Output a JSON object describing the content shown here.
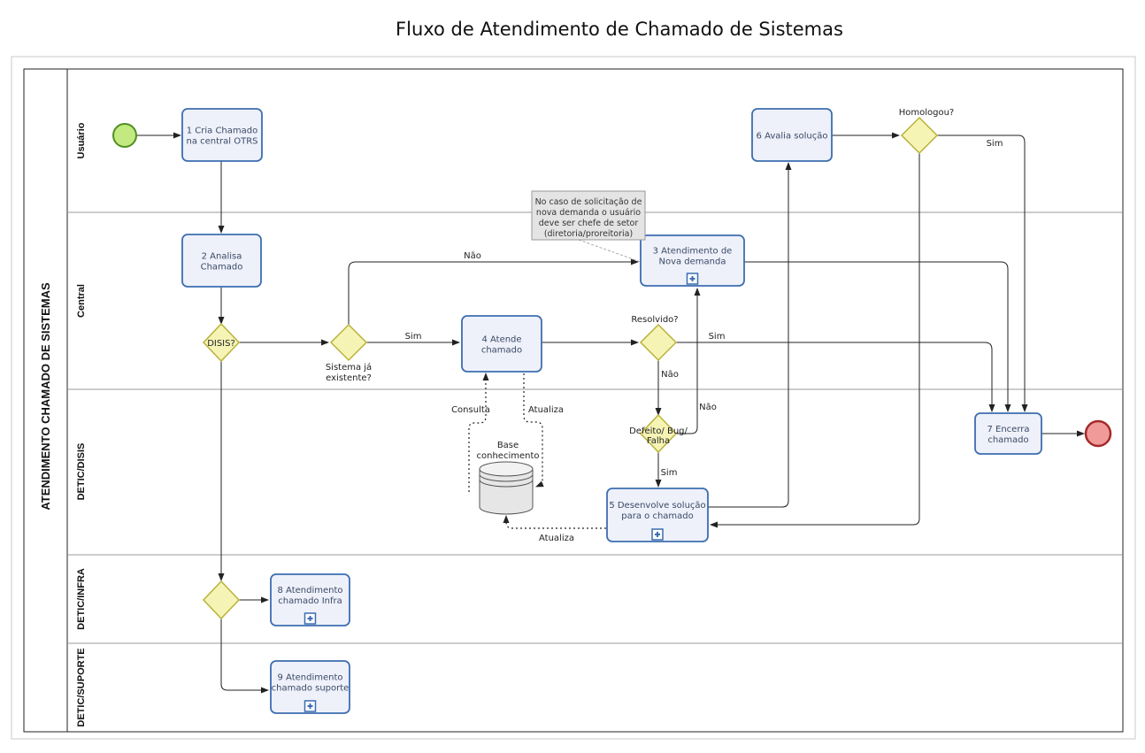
{
  "title": "Fluxo de Atendimento de Chamado de Sistemas",
  "pool": {
    "label": "ATENDIMENTO CHAMADO DE SISTEMAS"
  },
  "lanes": [
    {
      "id": "usuario",
      "label": "Usuário"
    },
    {
      "id": "central",
      "label": "Central"
    },
    {
      "id": "disis",
      "label": "DETIC/DISIS"
    },
    {
      "id": "infra",
      "label": "DETIC/INFRA"
    },
    {
      "id": "suporte",
      "label": "DETIC/SUPORTE"
    }
  ],
  "tasks": [
    {
      "id": "t1",
      "lines": [
        "1 Cria Chamado",
        "na central OTRS"
      ]
    },
    {
      "id": "t2",
      "lines": [
        "2 Analisa",
        "Chamado"
      ]
    },
    {
      "id": "t3",
      "lines": [
        "3 Atendimento de",
        "Nova demanda"
      ]
    },
    {
      "id": "t4",
      "lines": [
        "4 Atende",
        "chamado"
      ]
    },
    {
      "id": "t5",
      "lines": [
        "5 Desenvolve solução",
        "para o chamado"
      ]
    },
    {
      "id": "t6",
      "lines": [
        "6 Avalia solução"
      ]
    },
    {
      "id": "t7",
      "lines": [
        "7 Encerra",
        "chamado"
      ]
    },
    {
      "id": "t8",
      "lines": [
        "8 Atendimento",
        "chamado Infra"
      ]
    },
    {
      "id": "t9",
      "lines": [
        "9 Atendimento",
        "chamado suporte"
      ]
    }
  ],
  "gateways": {
    "disis": "DISIS?",
    "sistema": [
      "Sistema já",
      "existente?"
    ],
    "resolvido": "Resolvido?",
    "homologou": "Homologou?",
    "defeito": [
      "Defeito/ Bug/",
      "Falha"
    ]
  },
  "flow_labels": {
    "nao_nova": "Não",
    "sim_atende": "Sim",
    "sim_resolvido": "Sim",
    "nao_resolvido": "Não",
    "nao_defeito": "Não",
    "sim_defeito": "Sim",
    "sim_homologou": "Sim",
    "consulta": "Consulta",
    "atualiza_1": "Atualiza",
    "atualiza_2": "Atualiza"
  },
  "datastore": {
    "lines": [
      "Base",
      "conhecimento"
    ]
  },
  "annotation": {
    "lines": [
      "No caso de solicitação de",
      "nova demanda o usuário",
      "deve ser chefe de setor",
      "(diretoria/proreitoria)"
    ]
  },
  "colors": {
    "task_fill": "#eef1fa",
    "task_stroke": "#3c6db0",
    "gateway_fill": "#f6f4b5",
    "gateway_stroke": "#b8b23a",
    "start_fill": "#c3ea80",
    "start_stroke": "#4f8f23",
    "end_fill": "#f09a9a",
    "end_stroke": "#a52a2a",
    "note_fill": "#e4e4e4"
  }
}
